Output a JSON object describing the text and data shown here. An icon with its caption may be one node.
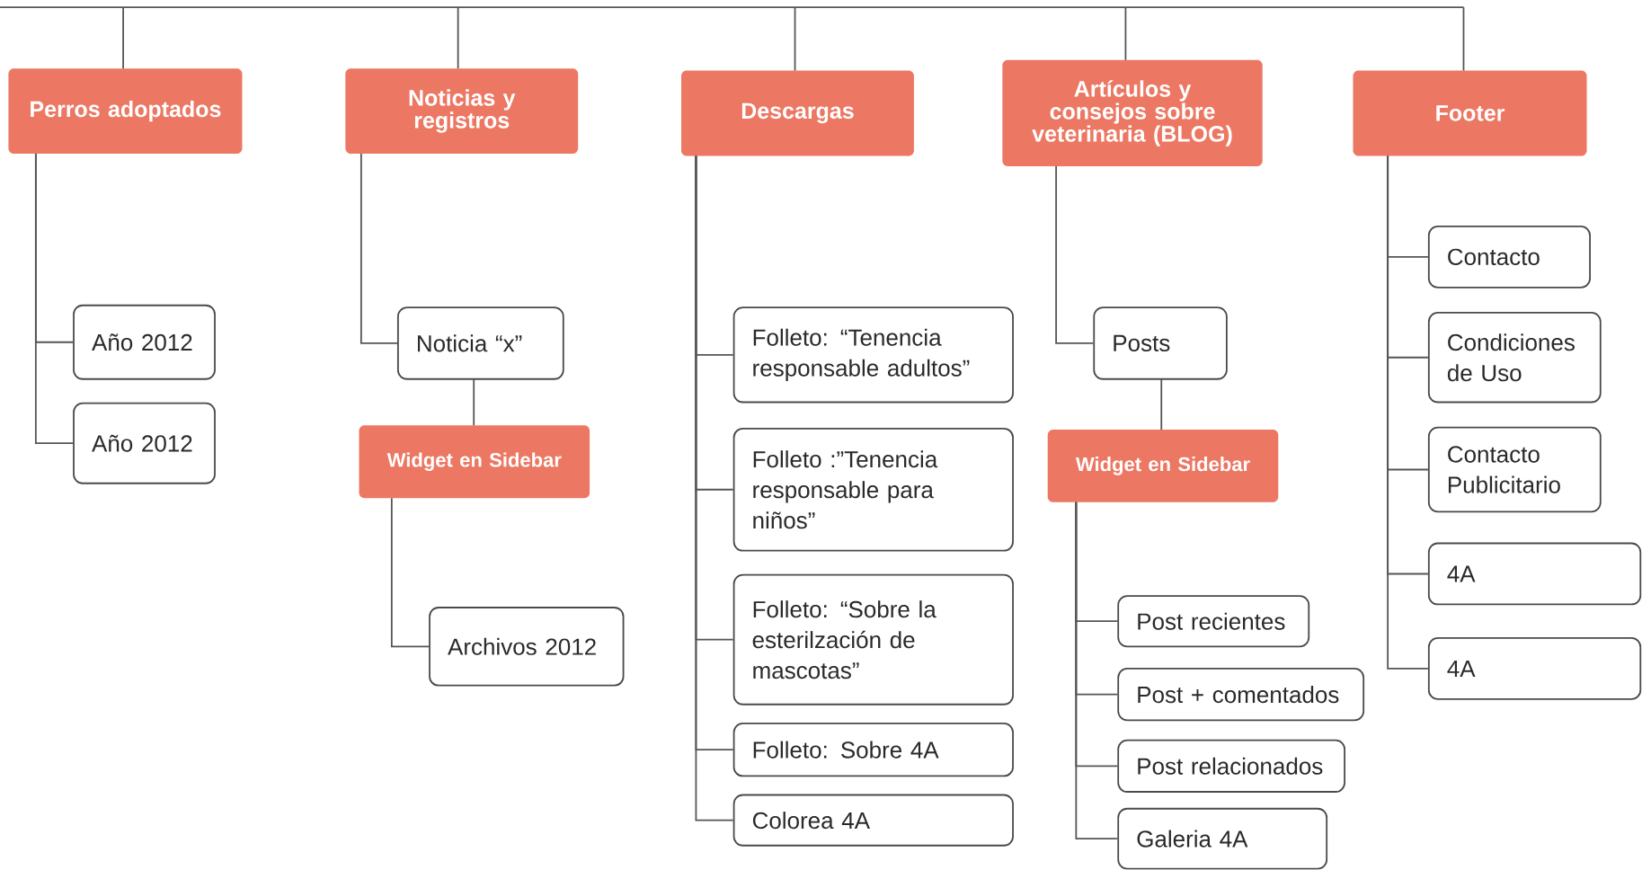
{
  "diagram": {
    "nodes": [
      {
        "text": [
          "Perros adoptados"
        ]
      },
      {
        "text": [
          "Año 2012"
        ]
      },
      {
        "text": [
          "Año 2012"
        ]
      },
      {
        "text": [
          "Noticias y registros"
        ]
      },
      {
        "text": [
          "Noticia “x”"
        ]
      },
      {
        "text": [
          "Widget en Sidebar"
        ]
      },
      {
        "text": [
          "Archivos 2012"
        ]
      },
      {
        "text": [
          "Descargas"
        ]
      },
      {
        "text": [
          "Folleto: “Tenencia responsable adultos”"
        ]
      },
      {
        "text": [
          "Folleto :”Tenencia responsable para niños”"
        ]
      },
      {
        "text": [
          "Folleto: “Sobre la esterilzación de mascotas”"
        ]
      },
      {
        "text": [
          "Folleto: Sobre 4A"
        ]
      },
      {
        "text": [
          "Colorea 4A"
        ]
      },
      {
        "text": [
          "Artículos y consejos sobre veterinaria (BLOG)"
        ]
      },
      {
        "text": [
          "Posts"
        ]
      },
      {
        "text": [
          "Widget en Sidebar"
        ]
      },
      {
        "text": [
          "Post recientes"
        ]
      },
      {
        "text": [
          "Post + comentados"
        ]
      },
      {
        "text": [
          "Post relacionados"
        ]
      },
      {
        "text": [
          "Galeria 4A"
        ]
      },
      {
        "text": [
          "Footer"
        ]
      },
      {
        "text": [
          "Contacto"
        ]
      },
      {
        "text": [
          "Condiciones de Uso"
        ]
      },
      {
        "text": [
          "Contacto Publicitario"
        ]
      },
      {
        "text": [
          "4A"
        ]
      },
      {
        "text": [
          "4A"
        ]
      }
    ],
    "edges": [
      {
        "from": null,
        "to": 0,
        "arrow": "none"
      },
      {
        "from": null,
        "to": 3,
        "arrow": "none"
      },
      {
        "from": null,
        "to": 7,
        "arrow": "none"
      },
      {
        "from": null,
        "to": 13,
        "arrow": "none"
      },
      {
        "from": null,
        "to": 20,
        "arrow": "none"
      },
      {
        "from": 0,
        "to": 1,
        "arrow": "none"
      },
      {
        "from": 0,
        "to": 2,
        "arrow": "none"
      },
      {
        "from": 3,
        "to": 4,
        "arrow": "none"
      },
      {
        "from": 4,
        "to": 5,
        "arrow": "none"
      },
      {
        "from": 5,
        "to": 6,
        "arrow": "none"
      },
      {
        "from": 7,
        "to": 8,
        "arrow": "none"
      },
      {
        "from": 7,
        "to": 9,
        "arrow": "none"
      },
      {
        "from": 7,
        "to": 10,
        "arrow": "none"
      },
      {
        "from": 7,
        "to": 11,
        "arrow": "none"
      },
      {
        "from": 7,
        "to": 12,
        "arrow": "none"
      },
      {
        "from": 13,
        "to": 14,
        "arrow": "none"
      },
      {
        "from": 14,
        "to": 15,
        "arrow": "none"
      },
      {
        "from": 15,
        "to": 16,
        "arrow": "none"
      },
      {
        "from": 15,
        "to": 17,
        "arrow": "none"
      },
      {
        "from": 15,
        "to": 18,
        "arrow": "none"
      },
      {
        "from": 15,
        "to": 19,
        "arrow": "none"
      },
      {
        "from": 20,
        "to": 21,
        "arrow": "none"
      },
      {
        "from": 20,
        "to": 22,
        "arrow": "none"
      },
      {
        "from": 20,
        "to": 23,
        "arrow": "none"
      },
      {
        "from": 20,
        "to": 24,
        "arrow": "none"
      },
      {
        "from": 20,
        "to": 25,
        "arrow": "none"
      }
    ]
  }
}
